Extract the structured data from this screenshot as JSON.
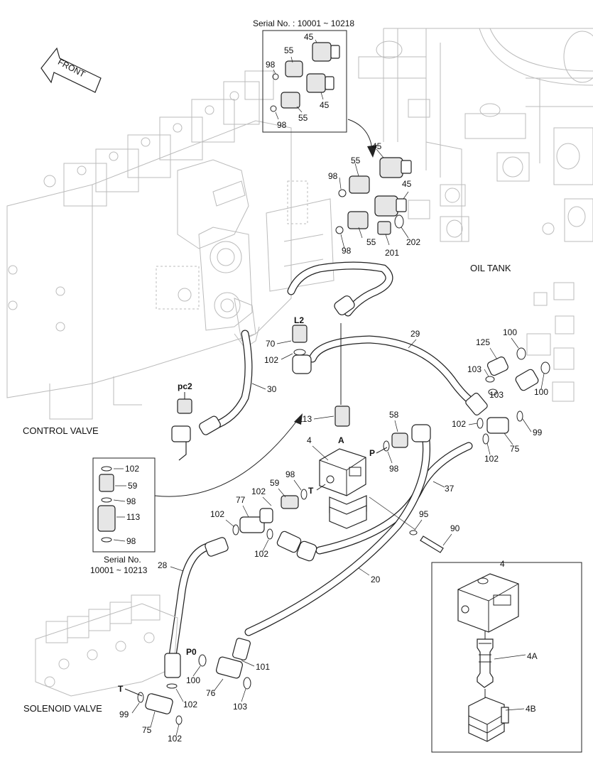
{
  "title": "",
  "top_callout": {
    "serial": "Serial No. : 10001 ~ 10218",
    "labels": [
      "45",
      "55",
      "98",
      "55",
      "45",
      "98"
    ]
  },
  "left_callout": {
    "labels": [
      "102",
      "59",
      "98",
      "113",
      "98"
    ],
    "serial_line1": "Serial No.",
    "serial_line2": "10001 ~ 10213"
  },
  "detail_box": {
    "title": "4",
    "labels": [
      "4A",
      "4B"
    ]
  },
  "area_labels": {
    "front": "FRONT",
    "control_valve": "CONTROL VALVE",
    "oil_tank": "OIL TANK",
    "solenoid_valve": "SOLENOID VALVE"
  },
  "port_labels": {
    "L2": "L2",
    "pc2": "pc2",
    "A": "A",
    "P": "P",
    "T": "T",
    "P0": "P0",
    "T_low": "T"
  },
  "part_numbers": {
    "n45a": "45",
    "n55a": "55",
    "n98a": "98",
    "n45b": "45",
    "n55b": "55",
    "n98b": "98",
    "n201": "201",
    "n202": "202",
    "n70": "70",
    "n102a": "102",
    "n30": "30",
    "n29": "29",
    "n125": "125",
    "n100a": "100",
    "n103a": "103",
    "n103b": "103",
    "n100b": "100",
    "n113": "113",
    "n4": "4",
    "n58": "58",
    "n98c": "98",
    "n102b": "102",
    "n99a": "99",
    "n75a": "75",
    "n102c": "102",
    "n37": "37",
    "n98d": "98",
    "n59": "59",
    "n102d": "102",
    "n77": "77",
    "n102e": "102",
    "n102f": "102",
    "n95": "95",
    "n90": "90",
    "n28": "28",
    "n20": "20",
    "n100c": "100",
    "n102g": "102",
    "n101": "101",
    "n76": "76",
    "n103c": "103",
    "n99b": "99",
    "n75b": "75",
    "n102h": "102"
  }
}
